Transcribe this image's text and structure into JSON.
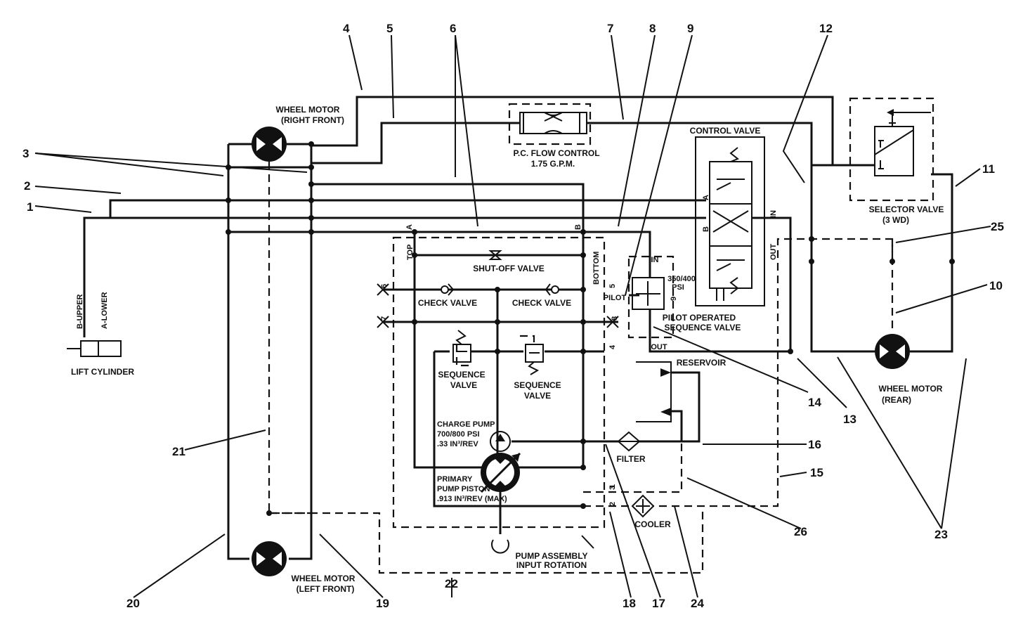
{
  "labels": {
    "wheel_motor_right_front": [
      "WHEEL MOTOR",
      "(RIGHT FRONT)"
    ],
    "wheel_motor_left_front": [
      "WHEEL MOTOR",
      "(LEFT FRONT)"
    ],
    "wheel_motor_rear": [
      "WHEEL MOTOR",
      "(REAR)"
    ],
    "flow_control": [
      "P.C. FLOW CONTROL",
      "1.75 G.P.M."
    ],
    "control_valve": "CONTROL VALVE",
    "selector_valve": [
      "SELECTOR VALVE",
      "(3 WD)"
    ],
    "lift_cylinder": "LIFT CYLINDER",
    "b_upper": "B-UPPER",
    "a_lower": "A-LOWER",
    "shut_off_valve": "SHUT-OFF VALVE",
    "check_valve_left": "CHECK VALVE",
    "check_valve_right": "CHECK VALVE",
    "pilot_sequence_valve": [
      "PILOT OPERATED",
      "SEQUENCE VALVE"
    ],
    "pressure_setting": [
      "350/400",
      "PSI"
    ],
    "pilot": "PILOT",
    "in": "IN",
    "out": "OUT",
    "sequence_valve_left": [
      "SEQUENCE",
      "VALVE"
    ],
    "sequence_valve_right": [
      "SEQUENCE",
      "VALVE"
    ],
    "reservoir": "RESERVOIR",
    "charge_pump": [
      "CHARGE PUMP",
      "700/800 PSI",
      ".33 IN³/REV"
    ],
    "primary_pump": [
      "PRIMARY",
      "PUMP PISTON",
      ".913 IN³/REV (MAX)"
    ],
    "filter": "FILTER",
    "cooler": "COOLER",
    "pump_assembly": [
      "PUMP ASSEMBLY",
      "INPUT ROTATION"
    ],
    "top": "TOP",
    "bottom": "BOTTOM",
    "port_a": "A",
    "port_b": "B",
    "cv_a": "A",
    "cv_b": "B",
    "cv_in": "IN",
    "cv_out": "OUT",
    "port_1": "1",
    "port_2": "2",
    "port_3": "3",
    "port_4": "4",
    "port_5": "5",
    "port_6": "6",
    "port_7": "7",
    "port_8": "8",
    "port_9": "9"
  },
  "callouts": [
    "1",
    "2",
    "3",
    "4",
    "5",
    "6",
    "7",
    "8",
    "9",
    "10",
    "11",
    "12",
    "13",
    "14",
    "15",
    "16",
    "17",
    "18",
    "19",
    "20",
    "21",
    "22",
    "23",
    "24",
    "25",
    "26"
  ]
}
